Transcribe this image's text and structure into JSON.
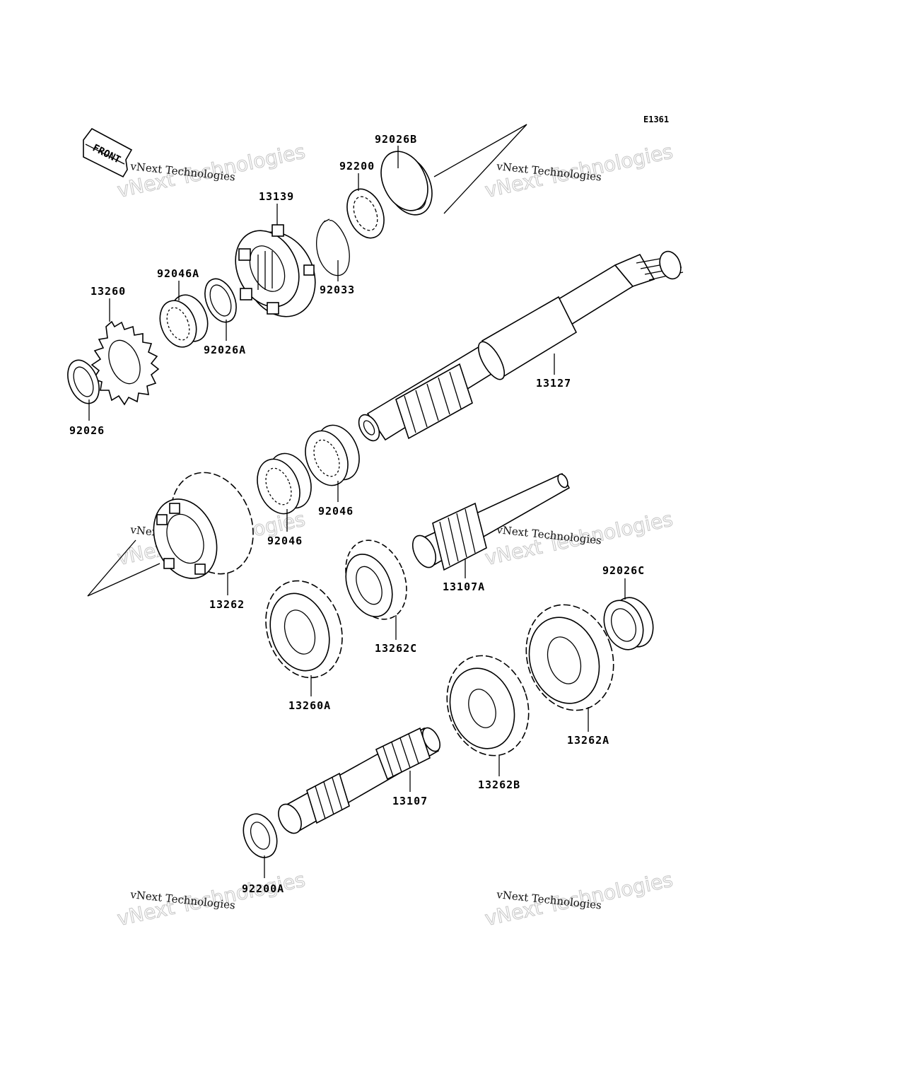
{
  "diagram": {
    "reference_code": "E1361",
    "front_label": "FRONT",
    "watermark": {
      "line1": "vNext Technologies",
      "line2": "vNext Technologies"
    },
    "parts": [
      {
        "id": "p-92026B",
        "label": "92026B"
      },
      {
        "id": "p-92200",
        "label": "92200"
      },
      {
        "id": "p-13139",
        "label": "13139"
      },
      {
        "id": "p-92033",
        "label": "92033"
      },
      {
        "id": "p-92046A",
        "label": "92046A"
      },
      {
        "id": "p-13260",
        "label": "13260"
      },
      {
        "id": "p-92026A",
        "label": "92026A"
      },
      {
        "id": "p-92026",
        "label": "92026"
      },
      {
        "id": "p-13127",
        "label": "13127"
      },
      {
        "id": "p-92046-upper",
        "label": "92046"
      },
      {
        "id": "p-92046-lower",
        "label": "92046"
      },
      {
        "id": "p-13262",
        "label": "13262"
      },
      {
        "id": "p-13107A",
        "label": "13107A"
      },
      {
        "id": "p-92026C",
        "label": "92026C"
      },
      {
        "id": "p-13262C",
        "label": "13262C"
      },
      {
        "id": "p-13260A",
        "label": "13260A"
      },
      {
        "id": "p-13262A",
        "label": "13262A"
      },
      {
        "id": "p-13262B",
        "label": "13262B"
      },
      {
        "id": "p-13107",
        "label": "13107"
      },
      {
        "id": "p-92200A",
        "label": "92200A"
      }
    ]
  }
}
